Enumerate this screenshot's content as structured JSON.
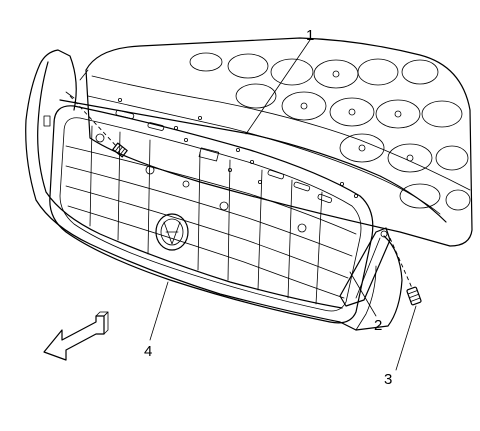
{
  "callouts": [
    {
      "id": "1",
      "text": "1"
    },
    {
      "id": "2",
      "text": "2"
    },
    {
      "id": "3",
      "text": "3"
    },
    {
      "id": "4",
      "text": "4"
    }
  ],
  "direction_arrow": {
    "icon": "forward-direction-arrow-icon"
  }
}
